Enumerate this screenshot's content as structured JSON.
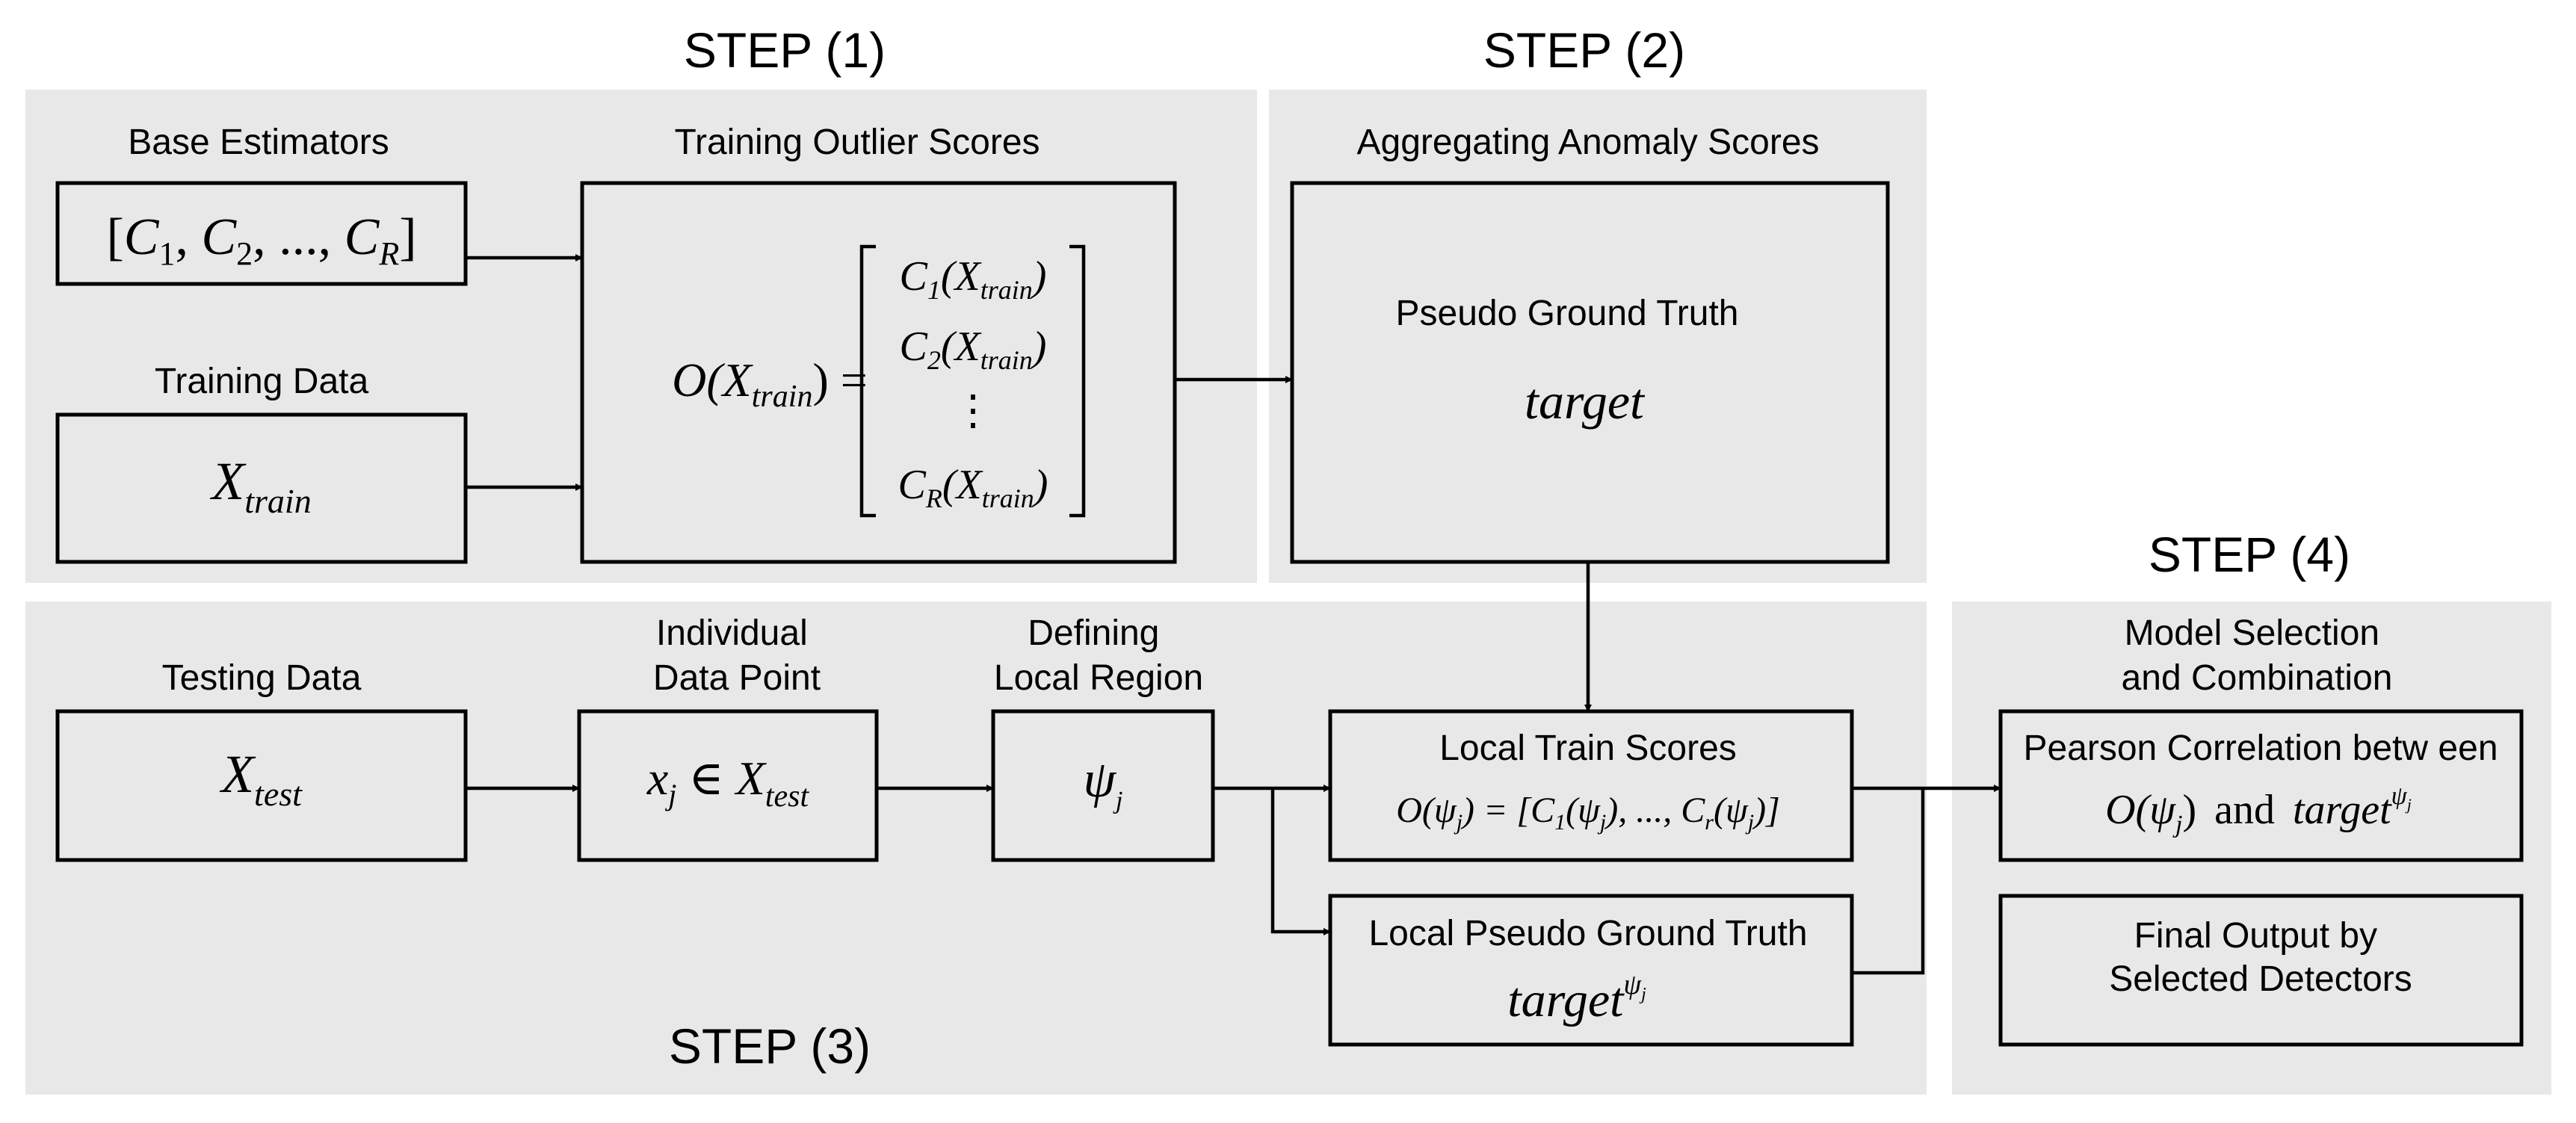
{
  "steps": {
    "step1": "STEP (1)",
    "step2": "STEP (2)",
    "step3": "STEP (3)",
    "step4": "STEP (4)"
  },
  "labels": {
    "base_estimators": "Base Estimators",
    "training_data": "Training Data",
    "training_outlier_scores": "Training Outlier Scores",
    "aggregating_anomaly_scores": "Aggregating Anomaly Scores",
    "testing_data": "Testing Data",
    "individual_data_point": [
      "Individual",
      "Data Point"
    ],
    "defining_local_region": [
      "Defining",
      "Local Region"
    ],
    "model_selection": [
      "Model Selection",
      "and Combination"
    ]
  },
  "boxes": {
    "estimators": {
      "open": "[",
      "c": "C",
      "s1": "1",
      "comma1": ", ",
      "s2": "2",
      "dots": ", ..., ",
      "sR": "R",
      "close": "]"
    },
    "x_train": {
      "x": "X",
      "sub": "train"
    },
    "outlier_matrix": {
      "lhs_o": "O(X",
      "lhs_sub": "train",
      "lhs_end": ") =",
      "rows": [
        {
          "c": "C",
          "idx": "1",
          "mid": "(X",
          "sub": "train",
          "end": ")"
        },
        {
          "c": "C",
          "idx": "2",
          "mid": "(X",
          "sub": "train",
          "end": ")"
        },
        {
          "dots": "⋮"
        },
        {
          "c": "C",
          "idx": "R",
          "mid": "(X",
          "sub": "train",
          "end": ")"
        }
      ]
    },
    "pseudo_ground_truth": {
      "title": "Pseudo Ground Truth",
      "target": "target"
    },
    "x_test": {
      "x": "X",
      "sub": "test"
    },
    "data_point": {
      "x": "x",
      "j": "j",
      "in": " ∈ X",
      "sub": "test"
    },
    "local_region": {
      "psi": "ψ",
      "j": "j"
    },
    "local_train_scores": {
      "title": "Local Train Scores",
      "formula": {
        "a": "O(ψ",
        "j": "j",
        "b": ") = [C",
        "one": "1",
        "c": "(ψ",
        "d": "), ..., C",
        "r": "r",
        "e": ")]"
      }
    },
    "local_pseudo": {
      "title": "Local Pseudo Ground Truth",
      "target": "target",
      "sup": "ψ",
      "supj": "j"
    },
    "pearson": {
      "title": "Pearson Correlation betw een",
      "o": "O(ψ",
      "j": "j",
      "close": ")",
      "and": "and",
      "target": "target",
      "sup": "ψ",
      "supj": "j"
    },
    "final_output": [
      "Final Output by",
      "Selected Detectors"
    ]
  }
}
